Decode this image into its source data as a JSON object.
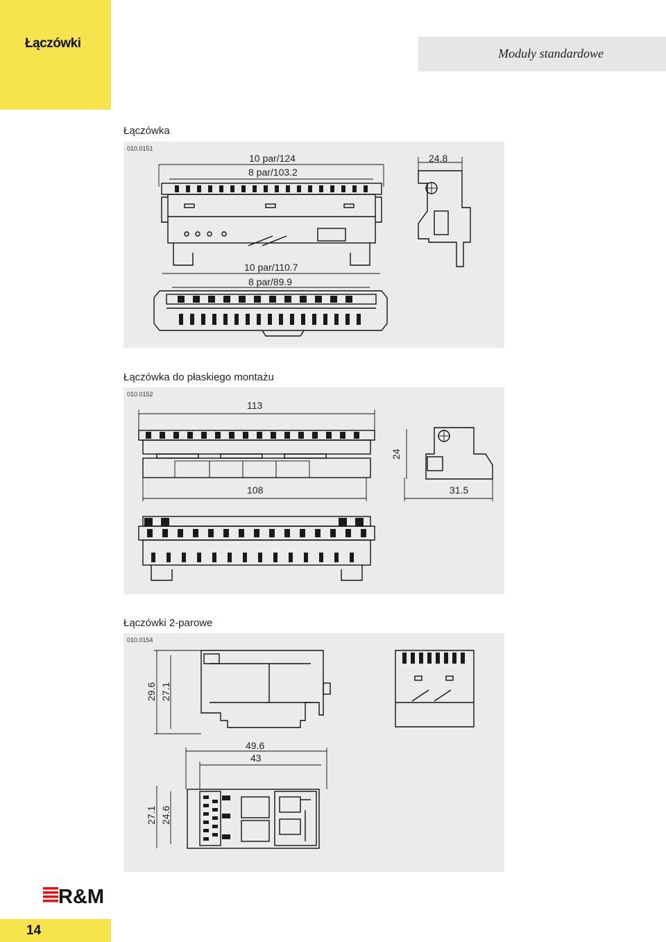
{
  "header": {
    "section_title": "Łączówki",
    "subtitle": "Moduły standardowe"
  },
  "products": [
    {
      "caption": "Łączówka",
      "code": "010.0151",
      "dims": [
        "10 par/124",
        "8 par/103.2",
        "24.8",
        "10 par/110.7",
        "8 par/89.9"
      ]
    },
    {
      "caption": "Łączówka do płaskiego montażu",
      "code": "010.0152",
      "dims": [
        "113",
        "24",
        "108",
        "31.5"
      ]
    },
    {
      "caption": "Łączówki 2-parowe",
      "code": "010.0154",
      "dims": [
        "29.6",
        "27.1",
        "49.6",
        "43",
        "27.1",
        "24.6"
      ]
    }
  ],
  "footer": {
    "brand": "R&M",
    "page_number": "14"
  }
}
